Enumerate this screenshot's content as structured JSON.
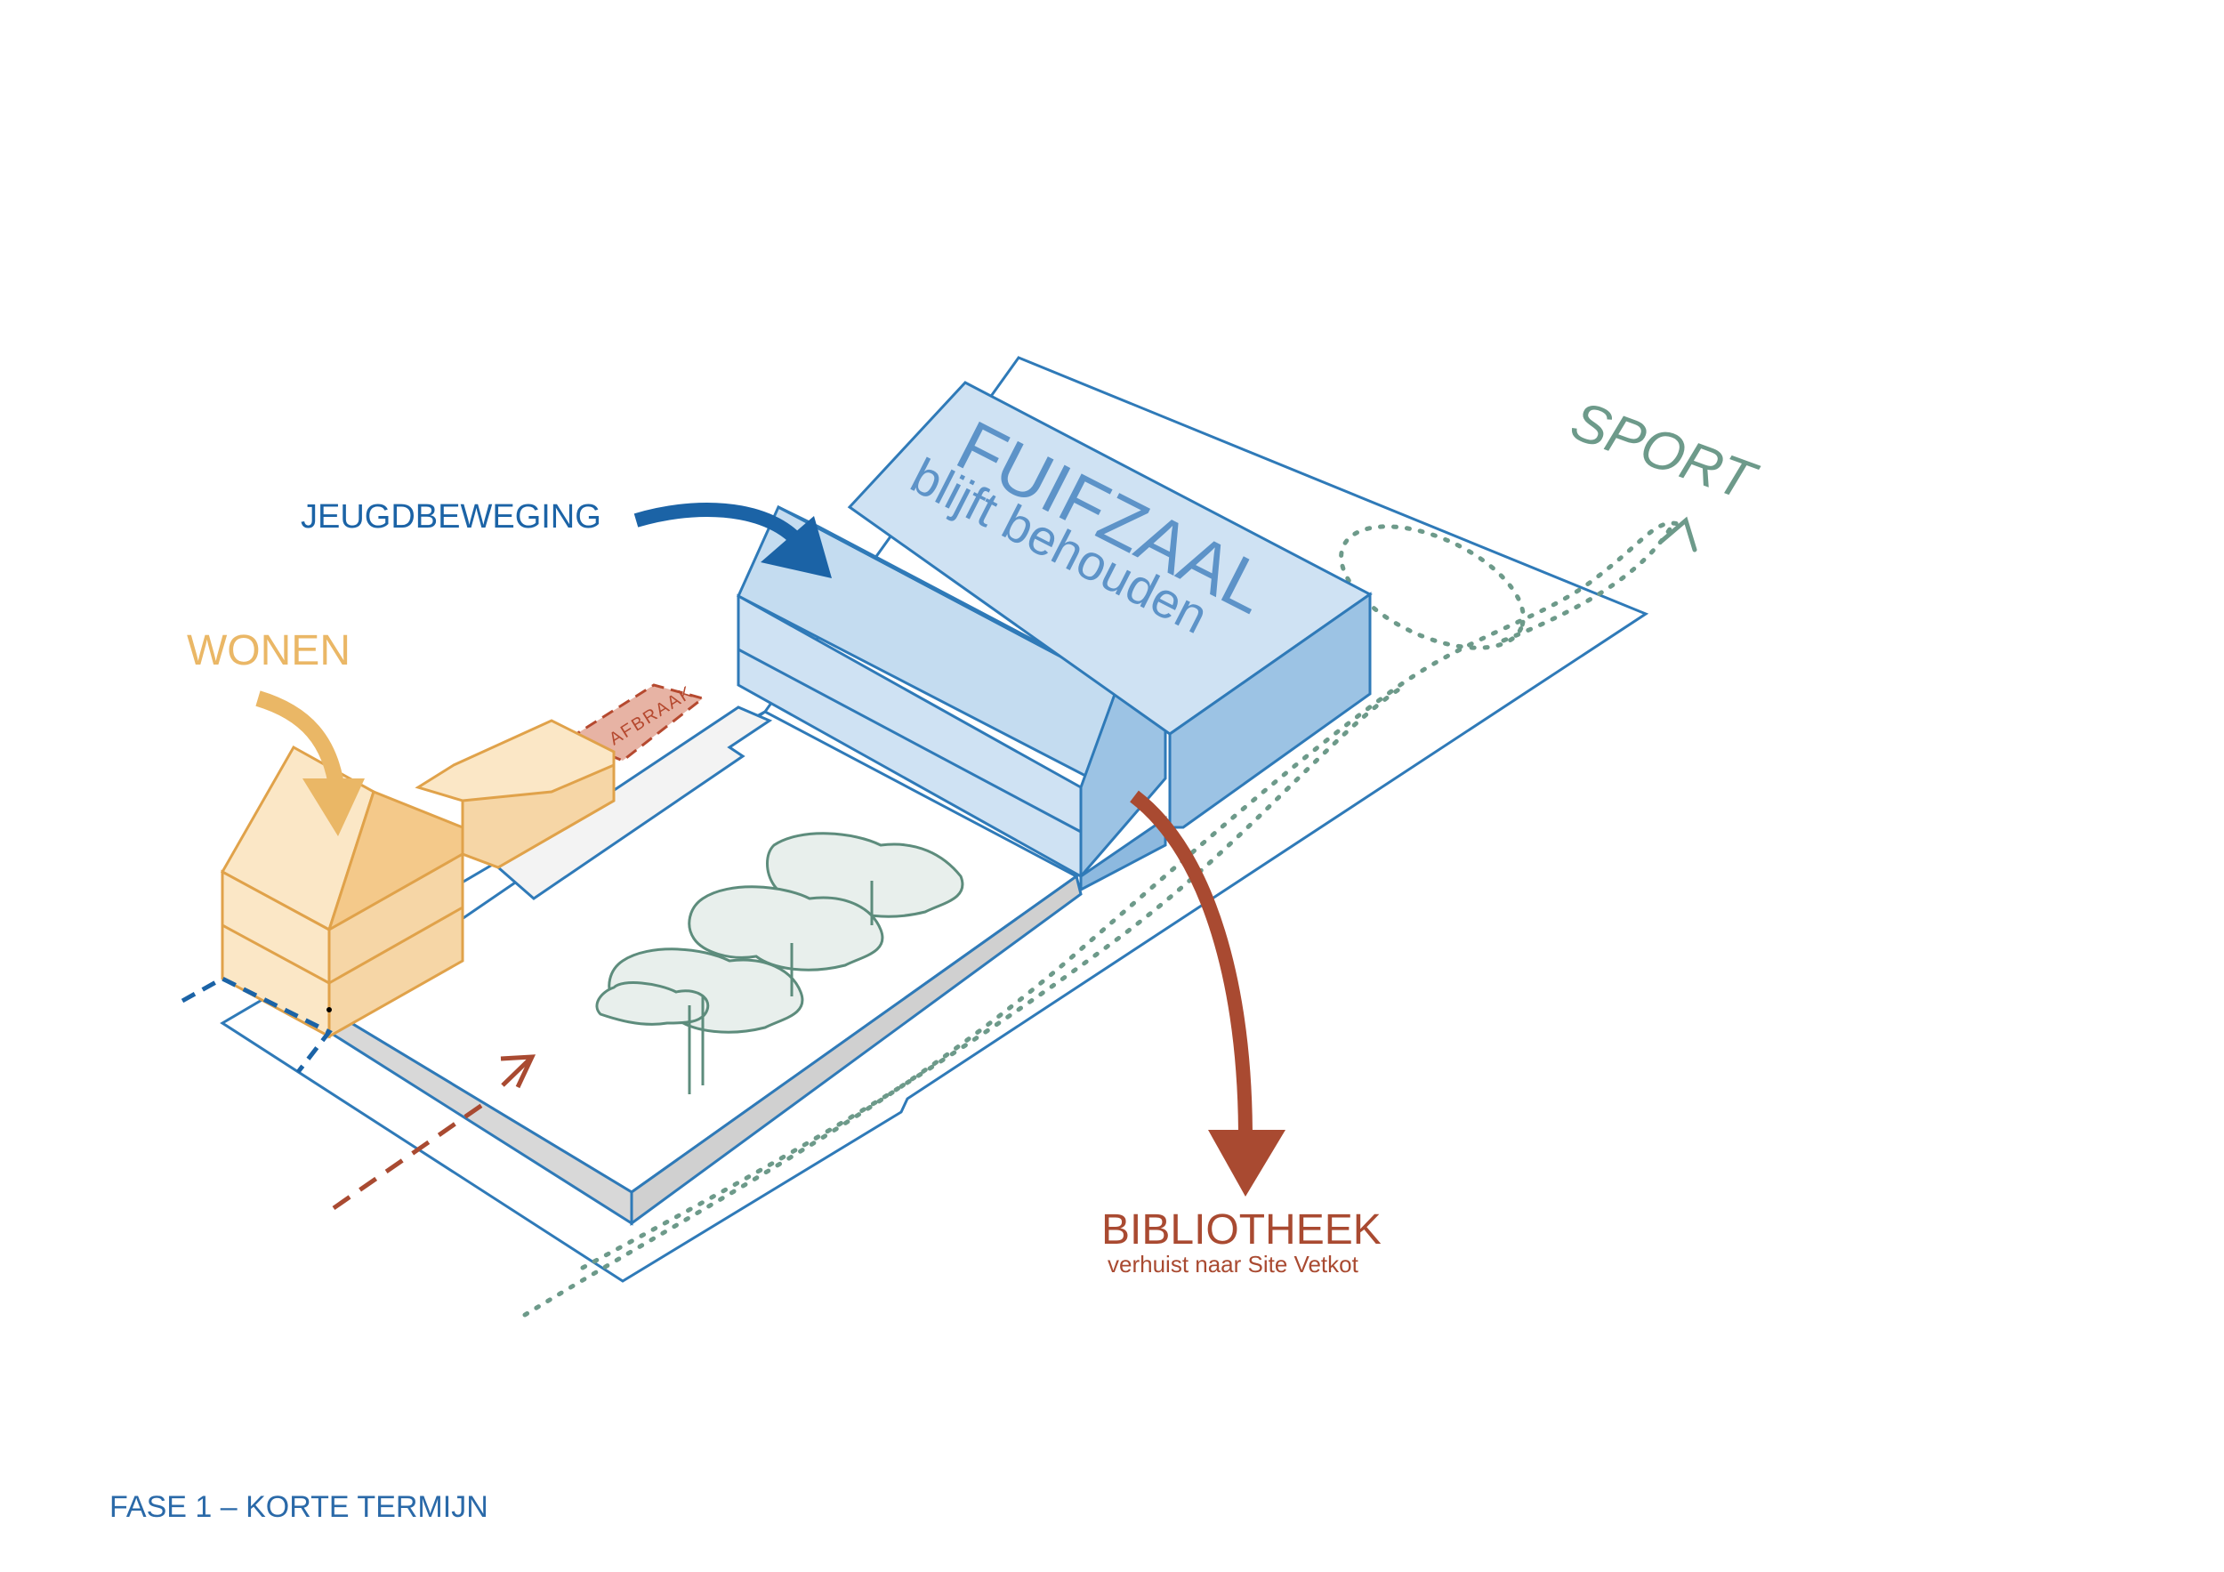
{
  "labels": {
    "jeugdbeweging": "JEUGDBEWEGING",
    "wonen": "WONEN",
    "afbraak": "AFBRAAK",
    "fuifzaal": "FUIFZAAL",
    "fuifzaal_sub": "blijft behouden",
    "sport": "SPORT",
    "bibliotheek": "BIBLIOTHEEK",
    "bibliotheek_sub": "verhuist naar Site Vetkot",
    "caption": "FASE 1 – KORTE TERMIJN"
  },
  "colors": {
    "outline_blue": "#2f7ab8",
    "jeugd_blue": "#1b63a6",
    "fuifzaal_fill": "#cfe2f3",
    "fuifzaal_side": "#9cc3e4",
    "wonen_orange": "#e8b25e",
    "wonen_fill": "#fbe7c6",
    "afbraak_red": "#b5492f",
    "afbraak_fill": "#e7b3a4",
    "sport_green": "#6d9a8a",
    "tree_fill": "#e8efec",
    "tree_stroke": "#5d8c7c",
    "biblio_red": "#a94a31",
    "caption_blue": "#2a69a8"
  }
}
